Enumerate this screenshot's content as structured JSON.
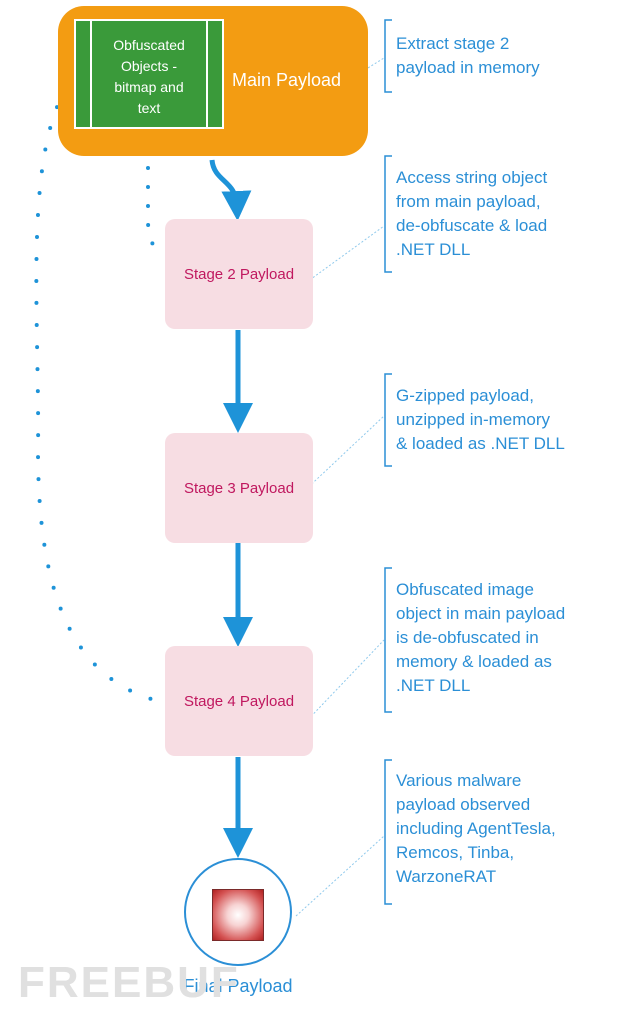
{
  "diagram": {
    "main_box": {
      "label": "Main Payload",
      "obfuscated_objects": {
        "lines": [
          "Obfuscated",
          "Objects -",
          "bitmap and",
          "text"
        ]
      }
    },
    "stages": [
      {
        "label": "Stage 2 Payload"
      },
      {
        "label": "Stage 3 Payload"
      },
      {
        "label": "Stage 4 Payload"
      }
    ],
    "final": {
      "label": "Final Payload"
    },
    "notes": [
      {
        "lines": [
          "Extract stage 2",
          "payload in memory"
        ]
      },
      {
        "lines": [
          "Access string object",
          "from main payload,",
          "de-obfuscate  & load",
          ".NET DLL"
        ]
      },
      {
        "lines": [
          "G-zipped payload,",
          "unzipped in-memory",
          "& loaded as .NET DLL"
        ]
      },
      {
        "lines": [
          "Obfuscated image",
          "object in main payload",
          "is de-obfuscated in",
          "memory & loaded as",
          ".NET DLL"
        ]
      },
      {
        "lines": [
          "Various malware",
          "payload observed",
          "including AgentTesla,",
          "Remcos, Tinba,",
          "WarzoneRAT"
        ]
      }
    ],
    "watermark": "FREEBUF"
  },
  "colors": {
    "main": "#f39c12",
    "obfuscated": "#3a9a3a",
    "stage_fill": "#f7dde3",
    "stage_text": "#c0185f",
    "accent_blue": "#2b8fd6",
    "arrow_blue": "#1e93d8"
  }
}
